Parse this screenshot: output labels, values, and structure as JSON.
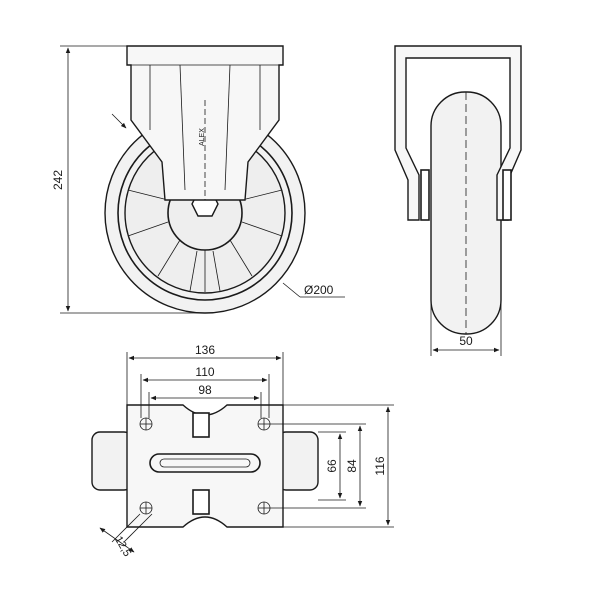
{
  "dimensions": {
    "total_height": "242",
    "wheel_diameter": "Ø200",
    "wheel_width": "50",
    "plate_width": "136",
    "bolt_spacing_outer": "110",
    "bolt_spacing_inner": "98",
    "plate_depth": "116",
    "bolt_depth_outer": "84",
    "bolt_depth_inner": "66",
    "bolt_hole": "12,5"
  }
}
